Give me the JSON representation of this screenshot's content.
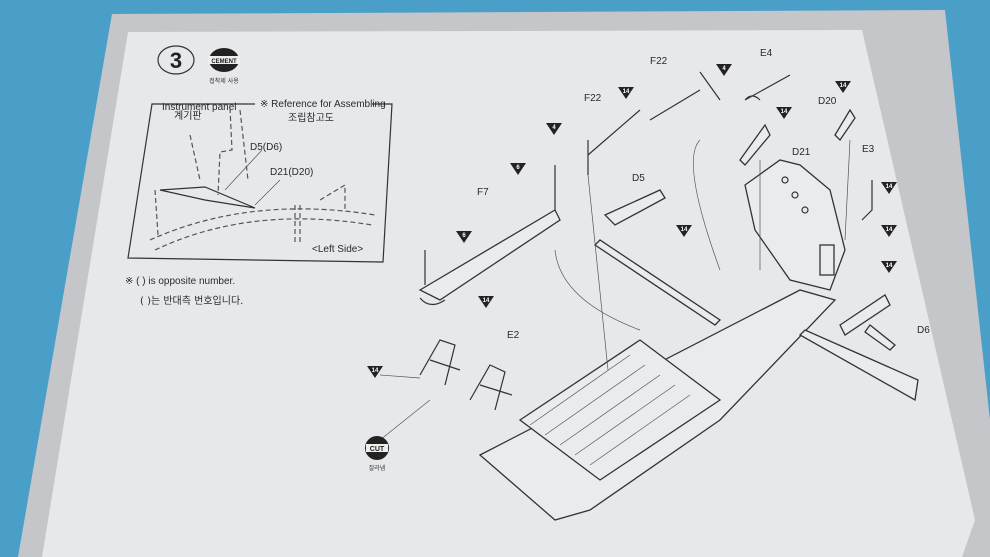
{
  "colors": {
    "background": "#4a9fc8",
    "sheet_border": "#c9cbcf",
    "page": "#e6e8eb",
    "ink": "#2a2a2a"
  },
  "step": {
    "number": "3",
    "cement_badge": "CEMENT",
    "cement_caption": "접착제 사용"
  },
  "reference": {
    "title": "※ Reference for Assembling",
    "title_ko": "조립참고도",
    "instrument_panel": "Instrument panel",
    "instrument_panel_ko": "계기판",
    "label_d5": "D5(D6)",
    "label_d21": "D21(D20)",
    "side": "<Left Side>"
  },
  "note": {
    "line1": "※ ( ) is opposite number.",
    "line2": "( )는 반대측 번호입니다."
  },
  "parts": {
    "f22_a": "F22",
    "f22_b": "F22",
    "e4": "E4",
    "d20": "D20",
    "d21": "D21",
    "e3": "E3",
    "d5": "D5",
    "f7": "F7",
    "e2": "E2",
    "d6": "D6"
  },
  "cut": {
    "badge": "CUT",
    "caption": "잘라냄"
  },
  "markers": {
    "m_f22_top": "4",
    "m_f22_mid": "14",
    "m_f22_left": "4",
    "m_f7_top": "6",
    "m_f7_left": "6",
    "m_f7_bottom": "14",
    "m_d5": "14",
    "m_d21": "14",
    "m_d20": "14",
    "m_e3": "14",
    "m_e3b": "14",
    "m_d6": "14",
    "m_e2": "14"
  }
}
